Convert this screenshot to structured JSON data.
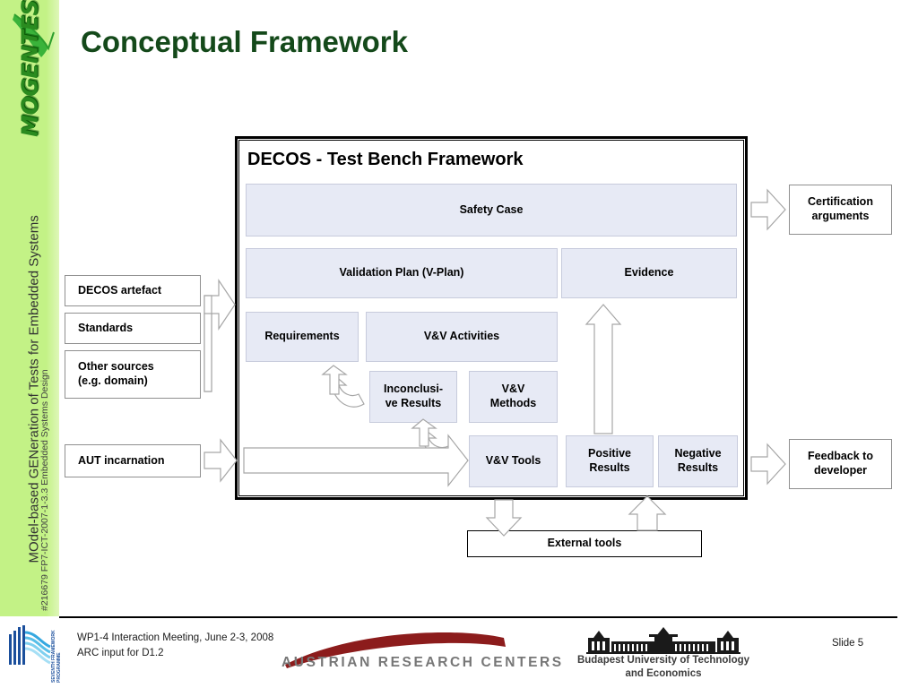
{
  "slide": {
    "title": "Conceptual Framework",
    "title_color": "#14491a",
    "slide_number": "Slide 5"
  },
  "sidebar": {
    "logo_text": "MOGENTES",
    "logo_color": "#2a8b1f",
    "background_color": "#c3f286",
    "project_title": "MOdel-based GENeration of Tests for Embedded Systems",
    "project_id": "#216679 FP7-ICT-2007-1-3.3 Embedded Systems Design"
  },
  "inputs": {
    "items": [
      {
        "label": "DECOS artefact"
      },
      {
        "label": "Standards"
      },
      {
        "label": "Other sources\n(e.g. domain)"
      },
      {
        "label": "AUT incarnation"
      }
    ]
  },
  "framework": {
    "title": "DECOS - Test Bench Framework",
    "box_fill": "#e7eaf5",
    "box_border": "#c7cbdc",
    "blocks": [
      {
        "label": "Safety Case"
      },
      {
        "label": "Validation Plan (V-Plan)"
      },
      {
        "label": "Evidence"
      },
      {
        "label": "Requirements"
      },
      {
        "label": "V&V Activities"
      },
      {
        "label": "Inconclusi-\nve Results"
      },
      {
        "label": "V&V\nMethods"
      },
      {
        "label": "V&V Tools"
      },
      {
        "label": "Positive\nResults"
      },
      {
        "label": "Negative\nResults"
      }
    ]
  },
  "outputs": {
    "items": [
      {
        "label": "Certification\narguments"
      },
      {
        "label": "Feedback to\ndeveloper"
      }
    ]
  },
  "external": {
    "label": "External tools"
  },
  "footer": {
    "meeting": "WP1-4 Interaction Meeting, June 2-3, 2008",
    "deliverable": "ARC input for D1.2",
    "arc_name": "AUSTRIAN RESEARCH CENTERS",
    "arc_color": "#8c1c1c",
    "bme_name": "Budapest University of\nTechnology and Economics",
    "fp7_name": "SEVENTH FRAMEWORK PROGRAMME"
  }
}
